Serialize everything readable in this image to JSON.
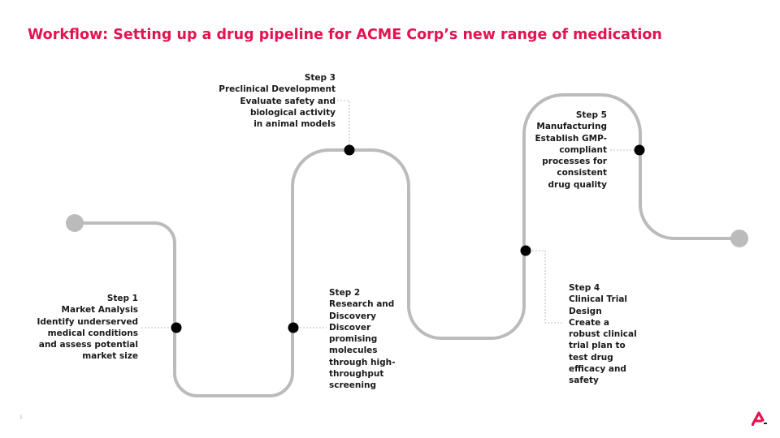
{
  "title": "Workflow: Setting up a drug pipeline for ACME Corp’s new range of medication",
  "accent_color": "#e2134f",
  "path_color": "#bbbbbb",
  "node_color": "#000000",
  "steps": [
    {
      "label": "Step 1",
      "name": "Market Analysis",
      "description": "Identify underserved medical conditions and assess potential market size"
    },
    {
      "label": "Step 2",
      "name": "Research and Discovery",
      "description": "Discover promising molecules through high-throughput screening"
    },
    {
      "label": "Step 3",
      "name": "Preclinical Development",
      "description": "Evaluate safety and biological activity in animal models"
    },
    {
      "label": "Step 4",
      "name": "Clinical Trial Design",
      "description": "Create a robust clinical trial plan to test drug efficacy and safety"
    },
    {
      "label": "Step 5",
      "name": "Manufacturing",
      "description": "Establish GMP-compliant processes for consistent drug quality"
    }
  ],
  "page_number": "1",
  "logo_icon": "acme-logo-icon"
}
